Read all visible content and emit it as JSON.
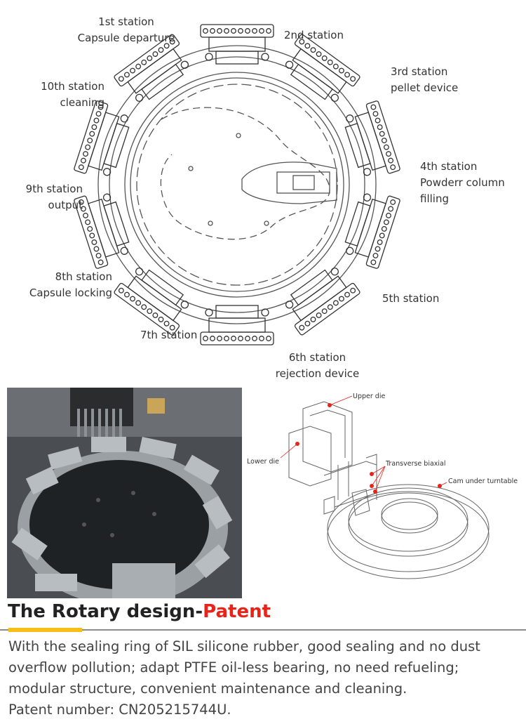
{
  "diagram": {
    "stations": {
      "s1": {
        "line1": "1st station",
        "line2": "Capsule departure"
      },
      "s2": {
        "line1": "2nd station"
      },
      "s3": {
        "line1": "3rd station",
        "line2": "pellet device"
      },
      "s4": {
        "line1": "4th station",
        "line2": "Powderr column",
        "line3": "filling"
      },
      "s5": {
        "line1": "5th station"
      },
      "s6": {
        "line1": "6th station",
        "line2": "rejection device"
      },
      "s7": {
        "line1": "7th station"
      },
      "s8": {
        "line1": "8th station",
        "line2": "Capsule locking"
      },
      "s9": {
        "line1": "9th station",
        "line2": "output"
      },
      "s10": {
        "line1": "10th station",
        "line2": "cleaning"
      }
    }
  },
  "cad": {
    "upper_die": "Upper die",
    "lower_die": "Lower die",
    "transverse_biaxial": "Transverse biaxial",
    "cam_under_turntable": "Cam under turntable"
  },
  "heading": {
    "main": "The Rotary design-",
    "accent": "Patent"
  },
  "description": {
    "line1": "With the sealing ring of SIL silicone rubber, good sealing and no dust",
    "line2": "overflow pollution; adapt PTFE oil-less bearing, no need refueling;",
    "line3": "modular structure, convenient maintenance and cleaning.",
    "line4": "Patent number: CN205215744U."
  },
  "colors": {
    "accent": "#e8241a",
    "underline": "#f6be16",
    "rule": "#8c8c8c"
  }
}
